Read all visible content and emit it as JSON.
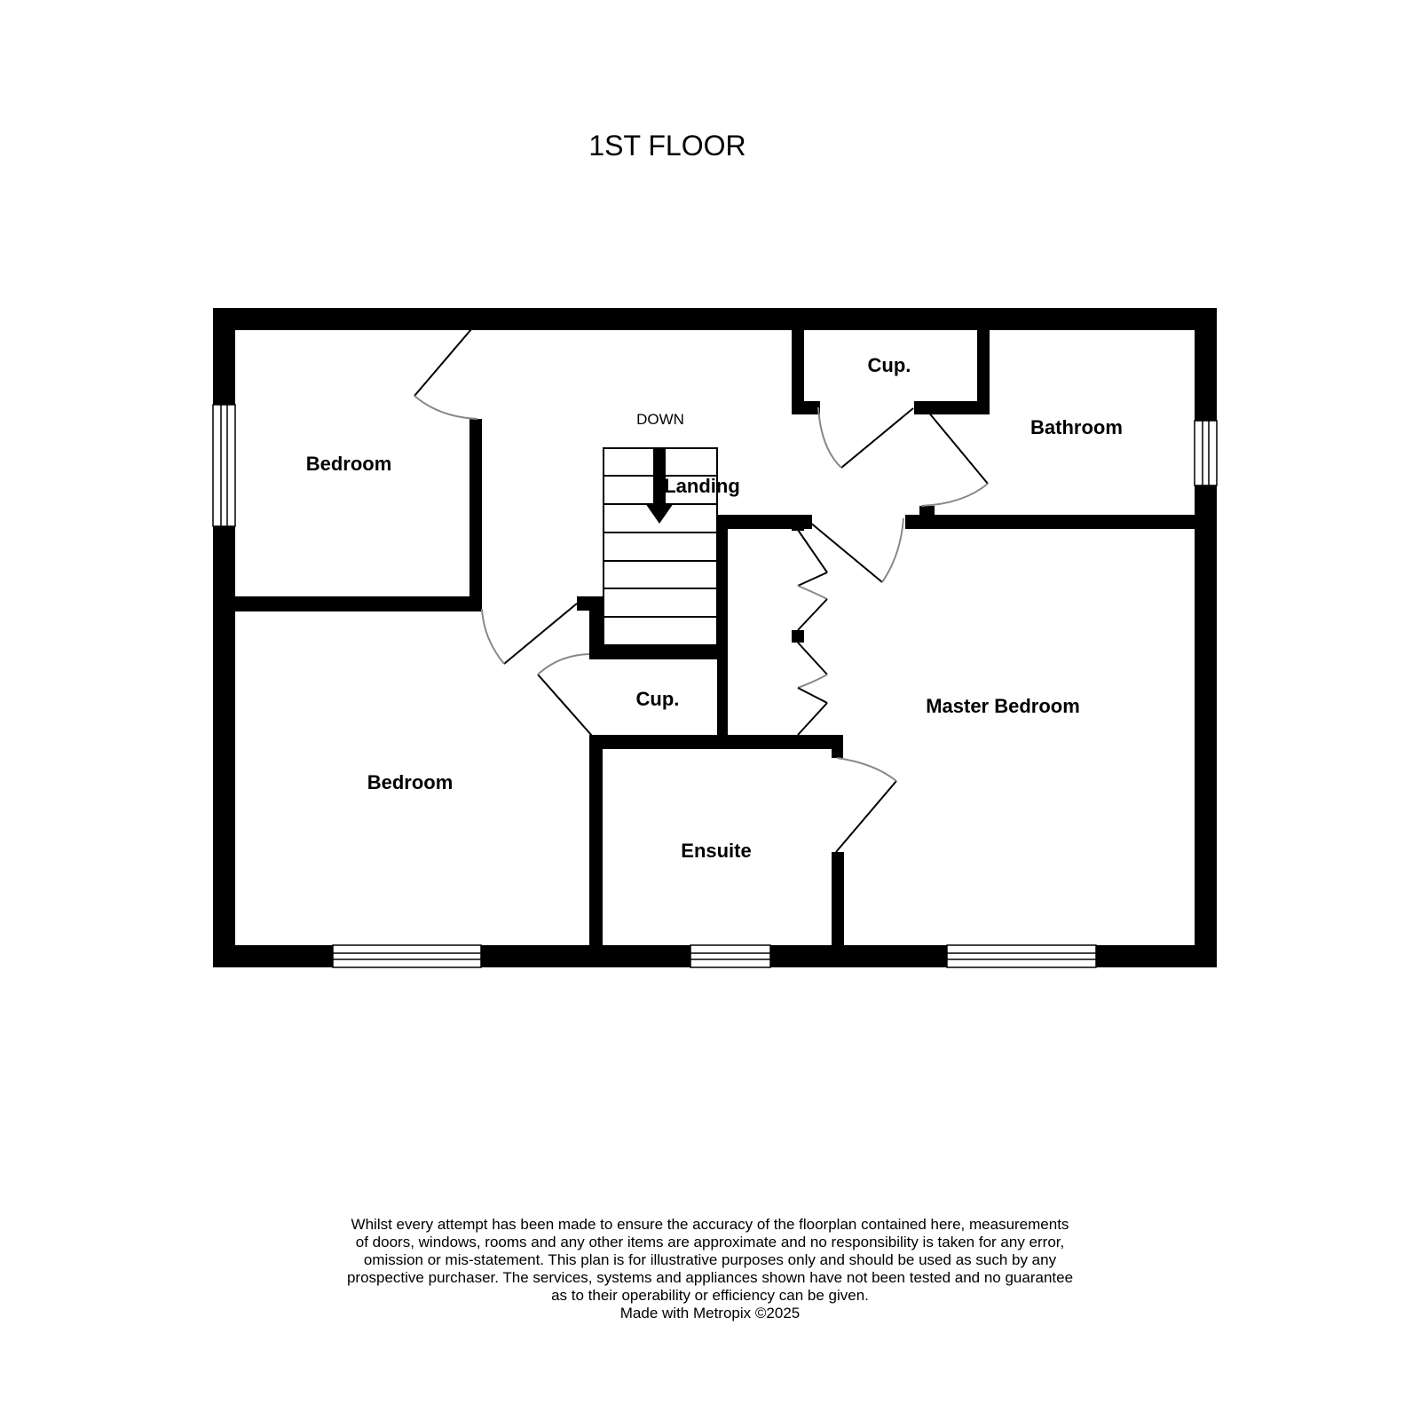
{
  "floor_title": "1ST FLOOR",
  "stairs_label": "DOWN",
  "rooms": {
    "bedroom_left_top": "Bedroom",
    "landing": "Landing",
    "cupboard_top": "Cup.",
    "bathroom": "Bathroom",
    "bedroom_left_bottom": "Bedroom",
    "cupboard_middle": "Cup.",
    "ensuite": "Ensuite",
    "master_bedroom": "Master Bedroom"
  },
  "disclaimer_lines": [
    "Whilst every attempt has been made to ensure the accuracy of the floorplan contained here, measurements",
    "of doors, windows, rooms and any other items are approximate and no responsibility is taken for any error,",
    "omission or mis-statement. This plan is for illustrative purposes only and should be used as such by any",
    "prospective purchaser. The services, systems and appliances shown have not been tested and no guarantee",
    "as to their operability or efficiency can be given."
  ],
  "credit": "Made with Metropix ©2025",
  "colors": {
    "wall": "#000000",
    "door": "#888888",
    "background": "#ffffff"
  }
}
